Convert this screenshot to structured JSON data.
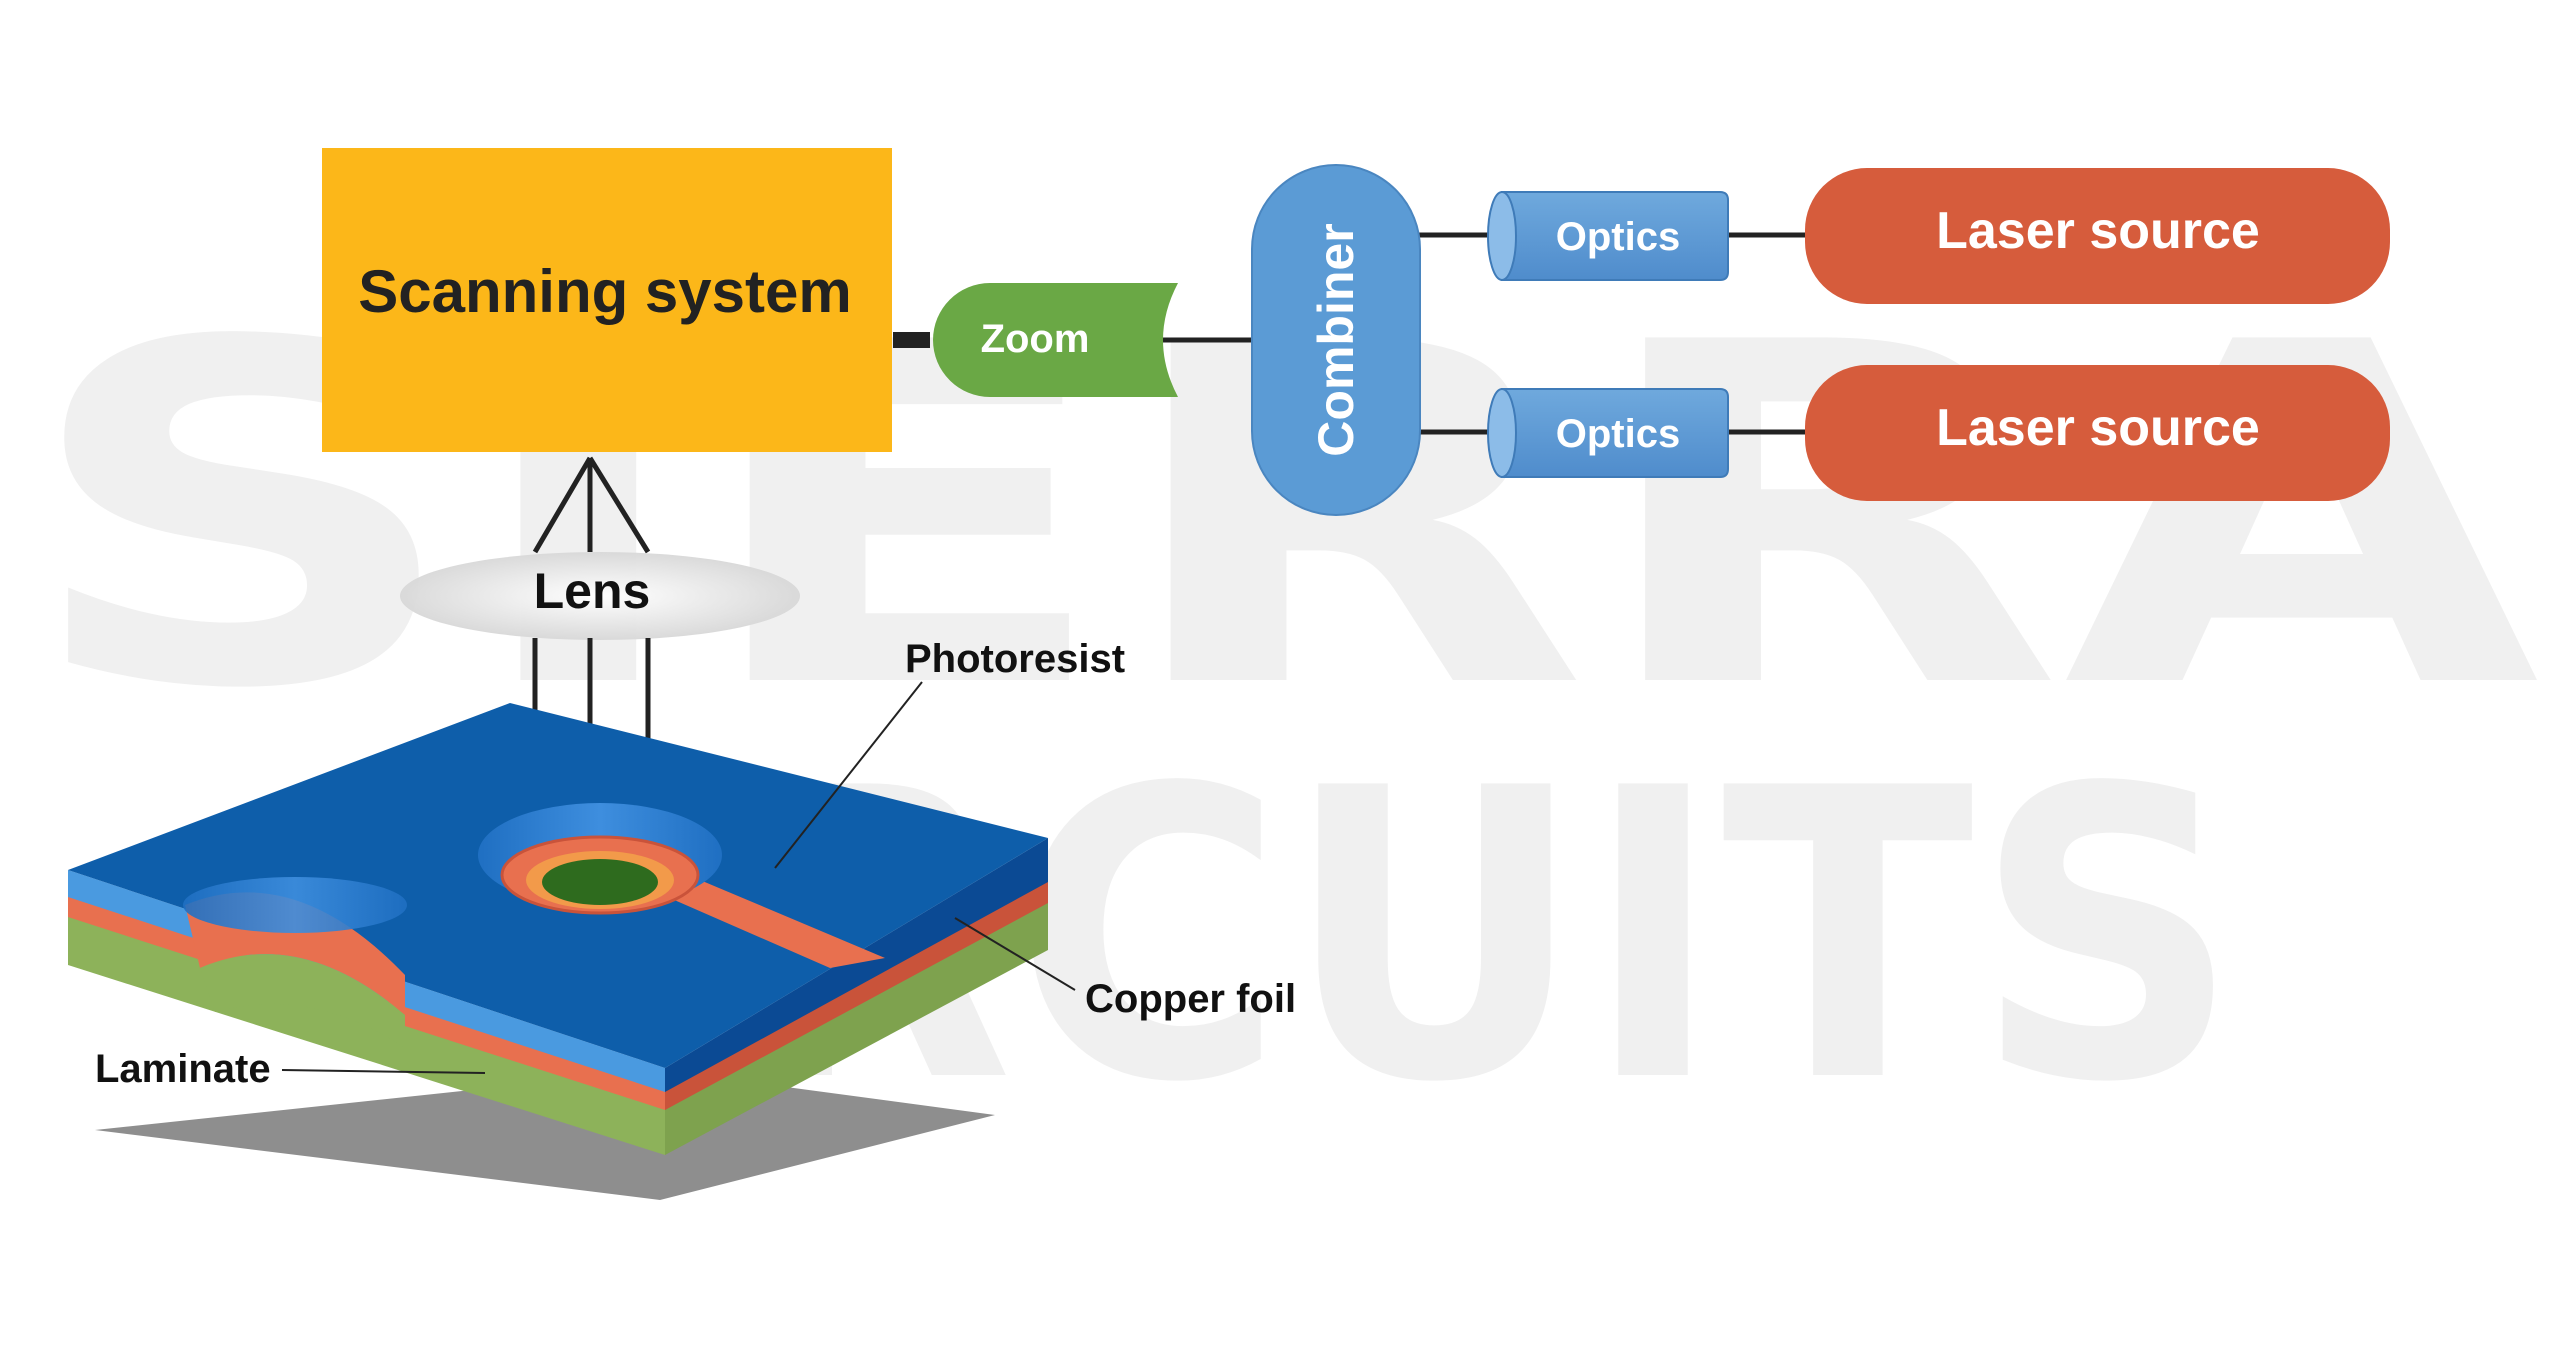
{
  "watermark": {
    "line1": "SIERRA",
    "line2": "CIRCUITS"
  },
  "scanning_system": {
    "label": "Scanning system",
    "color": "#fcb719"
  },
  "zoom": {
    "label": "Zoom",
    "color": "#6aa845"
  },
  "combiner": {
    "label": "Combiner",
    "color": "#5b9bd5"
  },
  "optics": [
    {
      "label": "Optics"
    },
    {
      "label": "Optics"
    }
  ],
  "optics_color": "#5b9bd5",
  "laser_sources": [
    {
      "label": "Laser source"
    },
    {
      "label": "Laser source"
    }
  ],
  "laser_color": "#d65c3c",
  "lens": {
    "label": "Lens"
  },
  "board": {
    "photoresist_label": "Photoresist",
    "copper_label": "Copper foil",
    "laminate_label": "Laminate",
    "photoresist_color": "#0e5eaa",
    "copper_color": "#e8704f",
    "laminate_color": "#8db25a"
  }
}
